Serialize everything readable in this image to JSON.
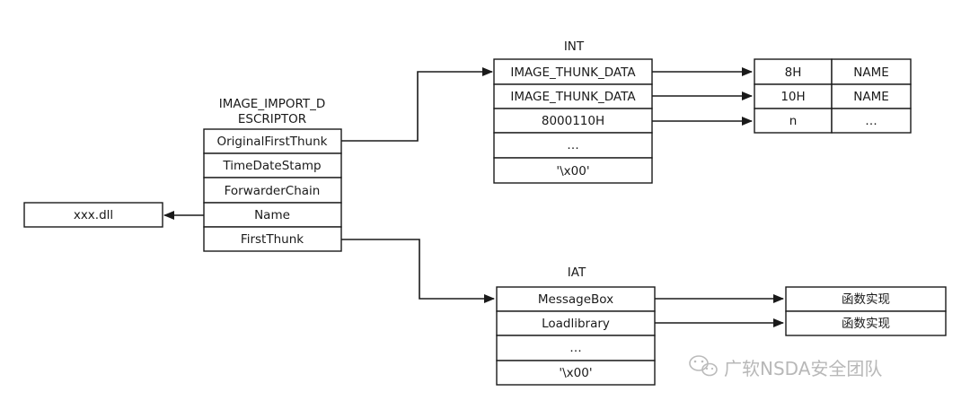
{
  "descriptor": {
    "title_line1": "IMAGE_IMPORT_D",
    "title_line2": "ESCRIPTOR",
    "fields": [
      "OriginalFirstThunk",
      "TimeDateStamp",
      "ForwarderChain",
      "Name",
      "FirstThunk"
    ]
  },
  "dll": {
    "label": "xxx.dll"
  },
  "int_table": {
    "title": "INT",
    "rows": [
      "IMAGE_THUNK_DATA",
      "IMAGE_THUNK_DATA",
      "8000110H",
      "…",
      "'\\x00'"
    ]
  },
  "hint_name": {
    "rows": [
      {
        "hint": "8H",
        "name": "NAME"
      },
      {
        "hint": "10H",
        "name": "NAME"
      },
      {
        "hint": "n",
        "name": "…"
      }
    ]
  },
  "iat_table": {
    "title": "IAT",
    "rows": [
      "MessageBox",
      "Loadlibrary",
      "…",
      "'\\x00'"
    ]
  },
  "functions": {
    "rows": [
      "函数实现",
      "函数实现"
    ]
  },
  "watermark": {
    "text": "广软NSDA安全团队",
    "icon": "wechat-icon"
  }
}
